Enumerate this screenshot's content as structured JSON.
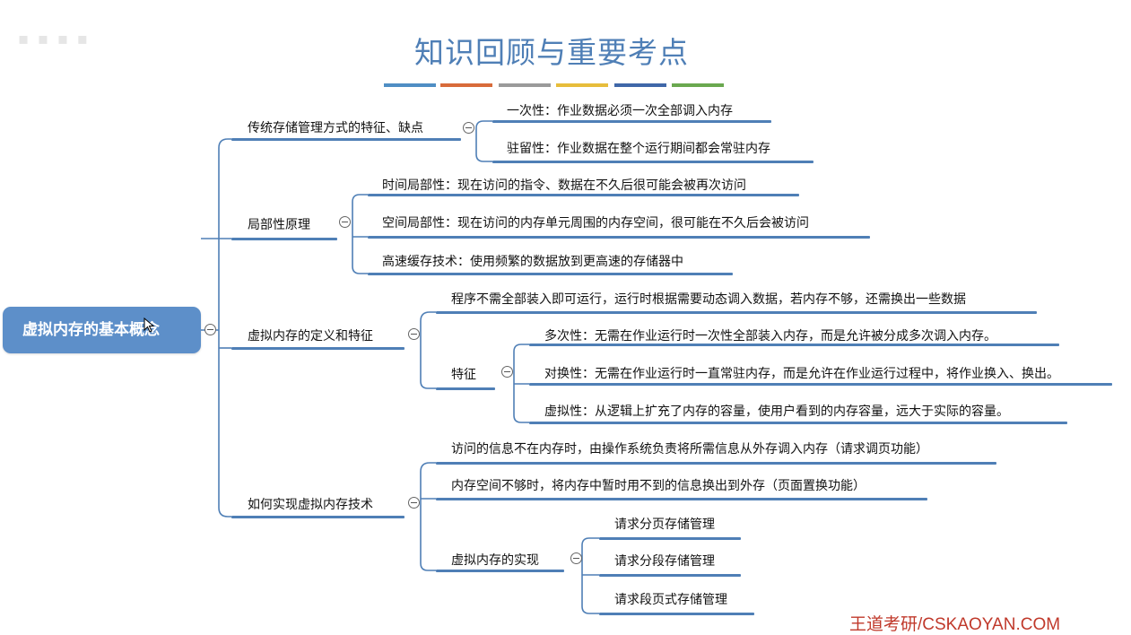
{
  "header": {
    "title": "知识回顾与重要考点",
    "color_bar": [
      "#4f8ec4",
      "#d86b3a",
      "#9a9a9a",
      "#e7bd3b",
      "#3f67a8",
      "#6aa84f"
    ]
  },
  "mindmap": {
    "root": "虚拟内存的基本概念",
    "branches": [
      {
        "label": "传统存储管理方式的特征、缺点",
        "children": [
          "一次性：作业数据必须一次全部调入内存",
          "驻留性：作业数据在整个运行期间都会常驻内存"
        ]
      },
      {
        "label": "局部性原理",
        "children": [
          "时间局部性：现在访问的指令、数据在不久后很可能会被再次访问",
          "空间局部性：现在访问的内存单元周围的内存空间，很可能在不久后会被访问",
          "高速缓存技术：使用频繁的数据放到更高速的存储器中"
        ]
      },
      {
        "label": "虚拟内存的定义和特征",
        "children": [
          "程序不需全部装入即可运行，运行时根据需要动态调入数据，若内存不够，还需换出一些数据"
        ],
        "feature": {
          "label": "特征",
          "children": [
            "多次性：无需在作业运行时一次性全部装入内存，而是允许被分成多次调入内存。",
            "对换性：无需在作业运行时一直常驻内存，而是允许在作业运行过程中，将作业换入、换出。",
            "虚拟性：从逻辑上扩充了内存的容量，使用户看到的内存容量，远大于实际的容量。"
          ]
        }
      },
      {
        "label": "如何实现虚拟内存技术",
        "children": [
          "访问的信息不在内存时，由操作系统负责将所需信息从外存调入内存（请求调页功能）",
          "内存空间不够时，将内存中暂时用不到的信息换出到外存（页面置换功能）"
        ],
        "implementation": {
          "label": "虚拟内存的实现",
          "children": [
            "请求分页存储管理",
            "请求分段存储管理",
            "请求段页式存储管理"
          ]
        }
      }
    ]
  },
  "watermark": "王道考研/CSKAOYAN.COM"
}
